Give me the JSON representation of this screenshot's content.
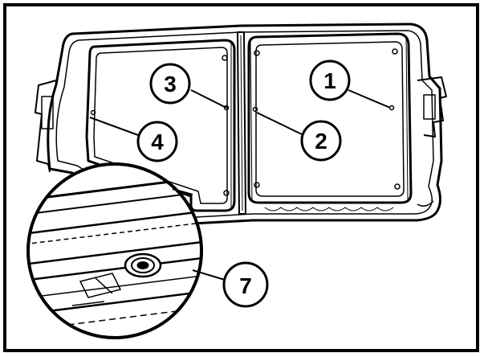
{
  "callouts": [
    {
      "id": "c1",
      "label": "1"
    },
    {
      "id": "c2",
      "label": "2"
    },
    {
      "id": "c3",
      "label": "3"
    },
    {
      "id": "c4",
      "label": "4"
    },
    {
      "id": "c7",
      "label": "7"
    }
  ],
  "colors": {
    "ink": "#000000",
    "paper": "#ffffff"
  }
}
